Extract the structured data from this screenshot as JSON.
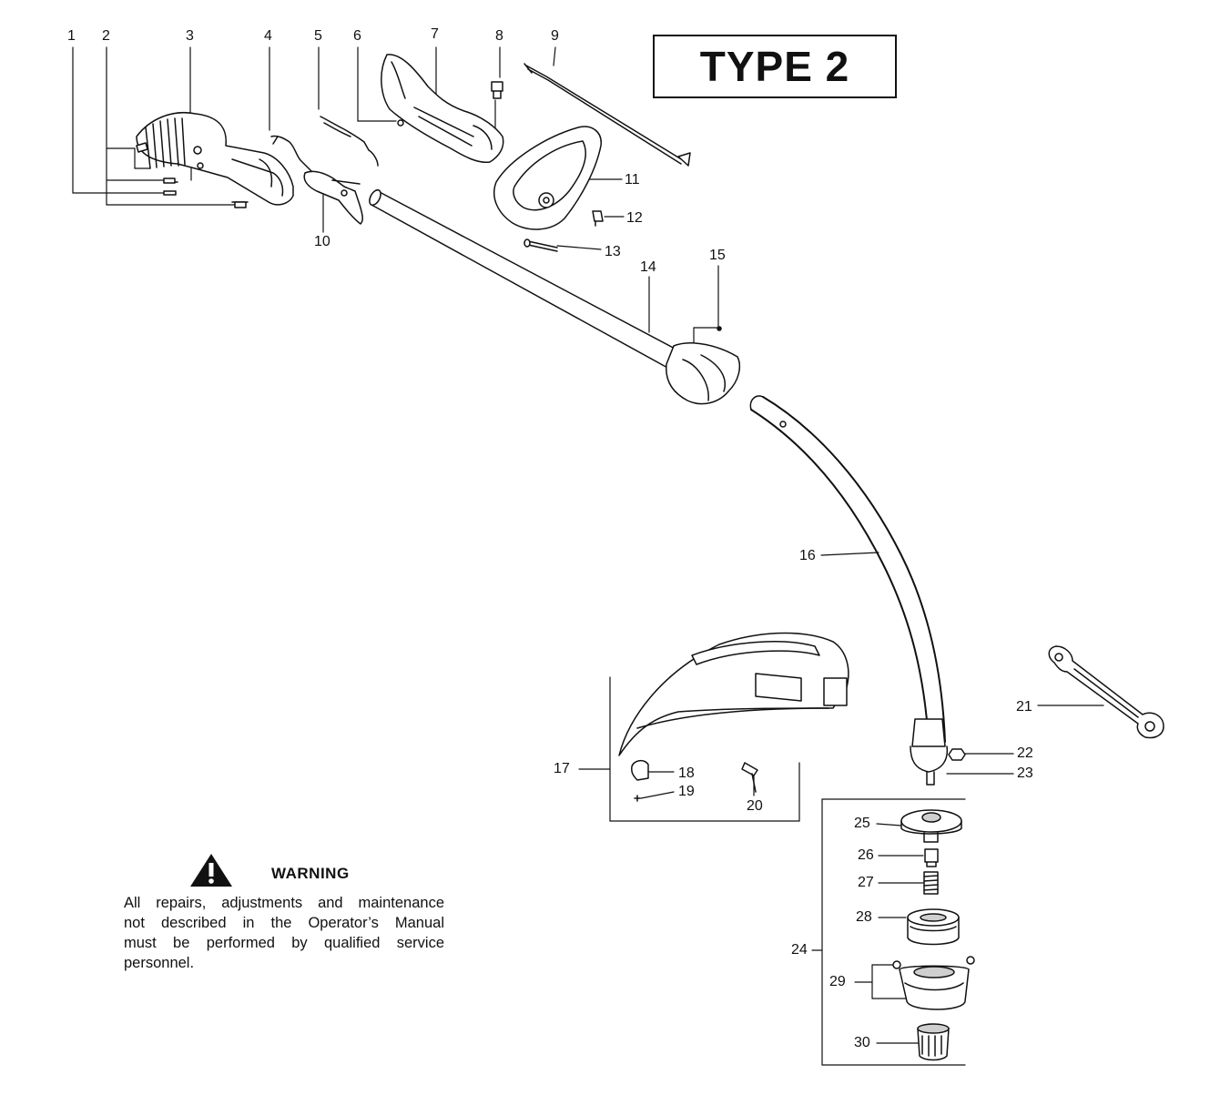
{
  "type_label": "TYPE 2",
  "warning": {
    "title": "WARNING",
    "lines": [
      "All repairs, adjustments and maintenance",
      "not described in the Operator’s Manual",
      "must be performed by qualified  service",
      "personnel."
    ]
  },
  "callouts": {
    "c1": "1",
    "c2": "2",
    "c3": "3",
    "c4": "4",
    "c5": "5",
    "c6": "6",
    "c7": "7",
    "c8": "8",
    "c9": "9",
    "c10": "10",
    "c11": "11",
    "c12": "12",
    "c13": "13",
    "c14": "14",
    "c15": "15",
    "c16": "16",
    "c17": "17",
    "c18": "18",
    "c19": "19",
    "c20": "20",
    "c21": "21",
    "c22": "22",
    "c23": "23",
    "c24": "24",
    "c25": "25",
    "c26": "26",
    "c27": "27",
    "c28": "28",
    "c29": "29",
    "c30": "30"
  },
  "colors": {
    "ink": "#111111",
    "paper": "#ffffff",
    "shade": "#cfcfcf"
  }
}
